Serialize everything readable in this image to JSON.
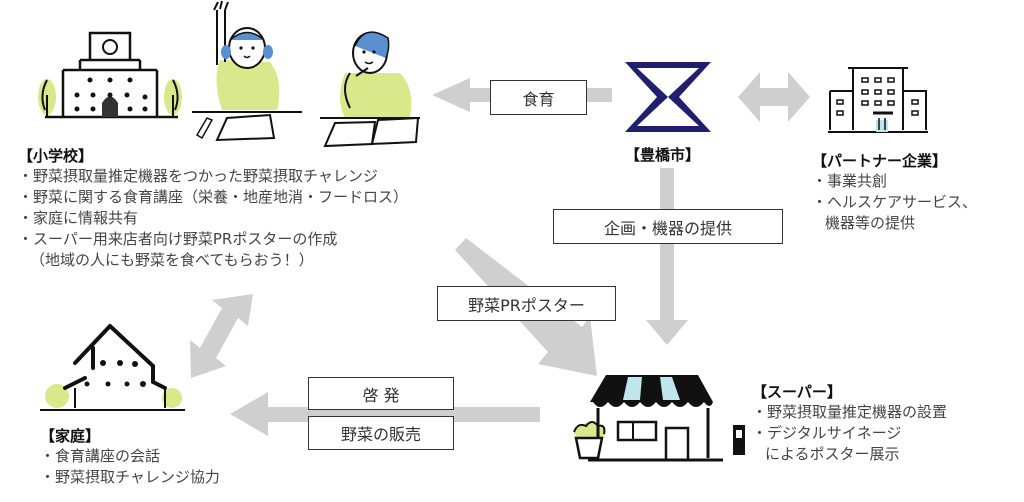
{
  "diagram": {
    "colors": {
      "arrow": "#cfcfcf",
      "city_logo": "#1f1f6e",
      "accent_green": "#d8e88a",
      "accent_blue": "#bfe6ea"
    },
    "nodes": {
      "school": {
        "title": "【小学校】",
        "items": [
          "・野菜摂取量推定機器をつかった野菜摂取チャレンジ",
          "・野菜に関する食育講座（栄養・地産地消・フードロス）",
          "・家庭に情報共有",
          "・スーパー用来店者向け野菜PRポスターの作成",
          "（地域の人にも野菜を食べてもらおう！）"
        ]
      },
      "city": {
        "title": "【豊橋市】"
      },
      "partner": {
        "title": "【パートナー企業】",
        "items": [
          "・事業共創",
          "・ヘルスケアサービス、",
          "機器等の提供"
        ]
      },
      "home": {
        "title": "【家庭】",
        "items": [
          "・食育講座の会話",
          "・野菜摂取チャレンジ協力"
        ]
      },
      "supermarket": {
        "title": "【スーパー】",
        "items": [
          "・野菜摂取量推定機器の設置",
          "・デジタルサイネージ",
          "によるポスター展示"
        ]
      }
    },
    "edge_labels": {
      "food_education": "食育",
      "planning_equipment": "企画・機器の提供",
      "vegetable_pr_poster": "野菜PRポスター",
      "awareness": "啓 発",
      "vegetable_sales": "野菜の販売"
    },
    "icons": {
      "school": "school-building-icon",
      "student_girl": "student-girl-raising-hand-icon",
      "student_boy": "student-boy-thinking-icon",
      "city": "toyohashi-city-emblem-icon",
      "partner": "office-building-icon",
      "home": "house-icon",
      "supermarket": "storefront-icon"
    }
  }
}
